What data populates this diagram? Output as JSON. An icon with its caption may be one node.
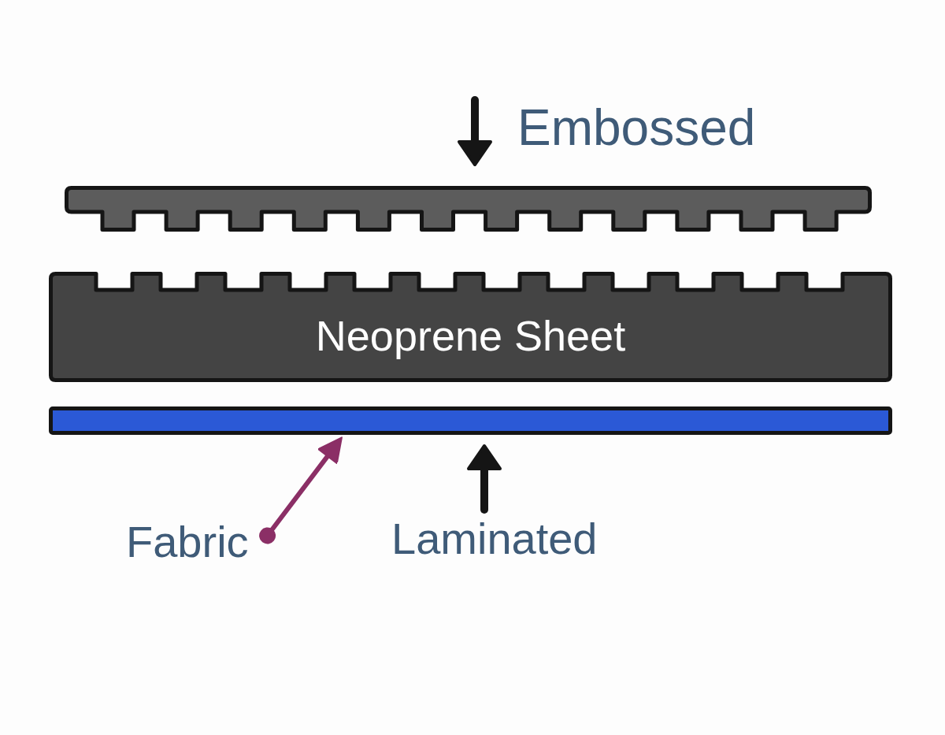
{
  "diagram": {
    "nodes": [
      {
        "text": [],
        "shape": "box"
      },
      {
        "text": [
          "Neoprene Sheet"
        ]
      },
      {
        "text": [],
        "shape": "bar"
      },
      {
        "text": [
          "Fabric"
        ]
      }
    ],
    "edges": [
      {
        "from": 3,
        "to": 2,
        "arrow": "to",
        "color": "#8b2f66"
      }
    ],
    "labels": [
      "Embossed",
      "Laminated"
    ]
  }
}
